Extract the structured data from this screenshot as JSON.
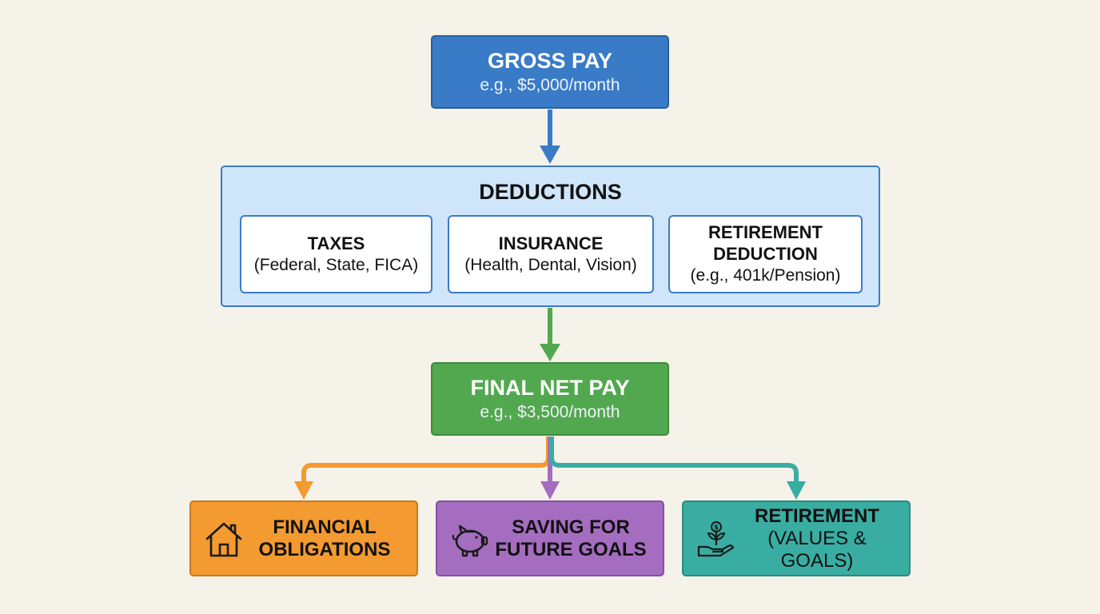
{
  "gross_pay": {
    "title": "GROSS PAY",
    "subtitle": "e.g., $5,000/month"
  },
  "deductions": {
    "title": "DEDUCTIONS",
    "items": [
      {
        "title": "TAXES",
        "subtitle": "(Federal, State, FICA)"
      },
      {
        "title": "INSURANCE",
        "subtitle": "(Health, Dental, Vision)"
      },
      {
        "title_line1": "RETIREMENT",
        "title_line2": "DEDUCTION",
        "subtitle": "(e.g., 401k/Pension)"
      }
    ]
  },
  "net_pay": {
    "title": "FINAL NET PAY",
    "subtitle": "e.g., $3,500/month"
  },
  "outcomes": [
    {
      "line1": "FINANCIAL",
      "line2": "OBLIGATIONS",
      "icon": "house-icon",
      "color": "#f39a30"
    },
    {
      "line1": "SAVING FOR",
      "line2": "FUTURE GOALS",
      "icon": "piggy-bank-icon",
      "color": "#a56dbf"
    },
    {
      "line1": "RETIREMENT",
      "line2": "(VALUES & GOALS)",
      "icon": "money-plant-hand-icon",
      "color": "#3aada3"
    }
  ],
  "colors": {
    "gross": "#3a7bc8",
    "deductions_bg": "#cfe5f9",
    "net": "#52a84e",
    "arrow_blue": "#3a7bc8",
    "arrow_green": "#52a84e",
    "arrow_orange": "#f39a30",
    "arrow_purple": "#a56dbf",
    "arrow_teal": "#3aada3",
    "background": "#f5f2e9"
  }
}
